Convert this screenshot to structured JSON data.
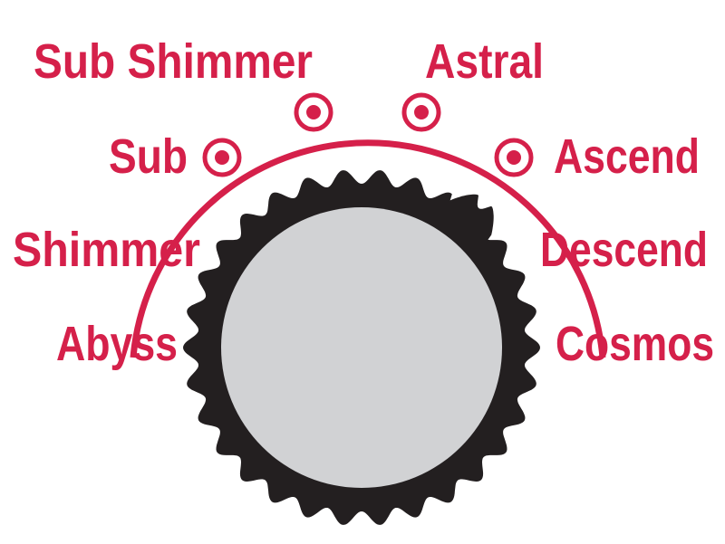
{
  "accent_color": "#d5204a",
  "knob_body_color": "#231f20",
  "knob_face_color": "#d1d2d4",
  "modes": [
    {
      "label": "Abyss"
    },
    {
      "label": "Shimmer"
    },
    {
      "label": "Sub"
    },
    {
      "label": "Sub Shimmer"
    },
    {
      "label": "Astral"
    },
    {
      "label": "Ascend"
    },
    {
      "label": "Descend"
    },
    {
      "label": "Cosmos"
    }
  ],
  "selected_mode": "Descend"
}
